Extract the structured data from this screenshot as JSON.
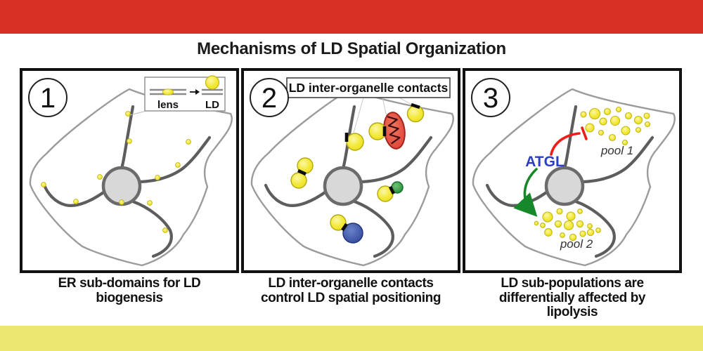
{
  "title": "Mechanisms of LD Spatial Organization",
  "panels": [
    {
      "number": "1",
      "caption": "ER sub-domains for LD biogenesis",
      "inset": {
        "lens_label": "lens",
        "ld_label": "LD"
      }
    },
    {
      "number": "2",
      "caption": "LD inter-organelle contacts control LD spatial positioning",
      "label_box": "LD inter-organelle contacts"
    },
    {
      "number": "3",
      "caption": "LD sub-populations are differentially affected by lipolysis",
      "labels": {
        "enzyme": "ATGL",
        "pool1": "pool 1",
        "pool2": "pool 2"
      }
    }
  ],
  "colors": {
    "banner_red": "#d93026",
    "footer_yellow": "#ece86f",
    "ld_yellow": "#f2e730",
    "mito_red": "#e04b3c",
    "organelle_green": "#2f9e44",
    "organelle_blue": "#3b55a5",
    "atgl_blue": "#2b3fc4",
    "inhibit_red": "#ef1d15",
    "activate_green": "#17882a",
    "nucleus_gray": "#d8d8d8",
    "er_gray": "#5d5d5d",
    "membrane_gray": "#9b9b9b"
  }
}
